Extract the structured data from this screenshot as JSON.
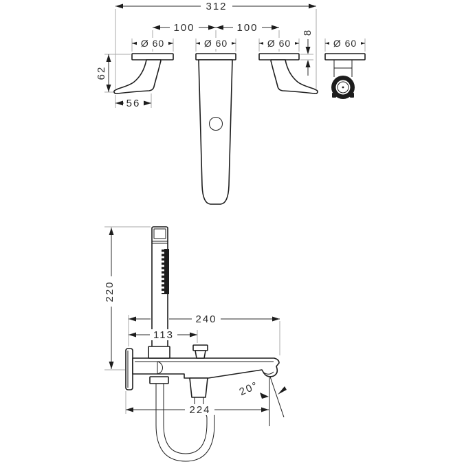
{
  "drawing": {
    "background": "#ffffff",
    "line_color": "#1d1d1d",
    "dimension_color": "#2b2b2b",
    "extension_color": "#a8a8a8",
    "views": {
      "top": {
        "dims": {
          "total_width": "312",
          "pitch_left": "100",
          "pitch_right": "100",
          "rosette_left": "Ø 60",
          "rosette_spout": "Ø 60",
          "rosette_right": "Ø 60",
          "rosette_front": "Ø 60",
          "handle_projection": "62",
          "handle_length": "56",
          "rosette_thickness": "8"
        }
      },
      "bottom": {
        "dims": {
          "hand_shower_height": "220",
          "spout_reach": "240",
          "diverter_offset": "113",
          "stream_offset": "224",
          "stream_angle": "20°"
        }
      }
    }
  }
}
